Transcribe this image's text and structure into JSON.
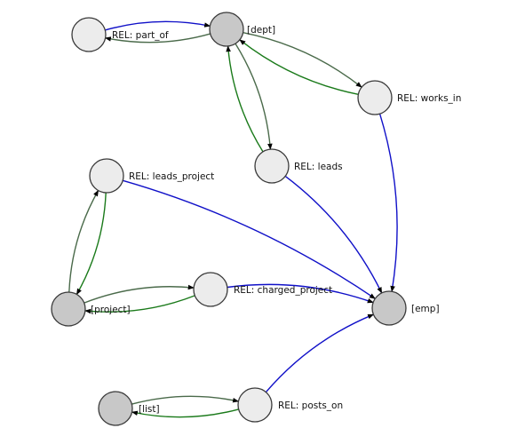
{
  "colors": {
    "blue": "#1010c8",
    "dark_green": "#4a6a4a",
    "green": "#1a7a1a"
  },
  "nodes": {
    "dept": {
      "label": "[dept]"
    },
    "part_of": {
      "label": "REL: part_of"
    },
    "works_in": {
      "label": "REL: works_in"
    },
    "leads": {
      "label": "REL: leads"
    },
    "leads_project": {
      "label": "REL: leads_project"
    },
    "project": {
      "label": "[project]"
    },
    "charged_project": {
      "label": "REL: charged_project"
    },
    "emp": {
      "label": "[emp]"
    },
    "list": {
      "label": "[list]"
    },
    "posts_on": {
      "label": "REL: posts_on"
    }
  },
  "edges": [
    {
      "from": "part_of",
      "to": "dept",
      "color": "blue"
    },
    {
      "from": "dept",
      "to": "part_of",
      "color": "dark_green"
    },
    {
      "from": "dept",
      "to": "works_in",
      "color": "dark_green"
    },
    {
      "from": "works_in",
      "to": "dept",
      "color": "green"
    },
    {
      "from": "works_in",
      "to": "emp",
      "color": "blue"
    },
    {
      "from": "dept",
      "to": "leads",
      "color": "dark_green"
    },
    {
      "from": "leads",
      "to": "dept",
      "color": "green"
    },
    {
      "from": "leads",
      "to": "emp",
      "color": "blue"
    },
    {
      "from": "leads_project",
      "to": "emp",
      "color": "blue"
    },
    {
      "from": "project",
      "to": "leads_project",
      "color": "dark_green"
    },
    {
      "from": "leads_project",
      "to": "project",
      "color": "green"
    },
    {
      "from": "project",
      "to": "charged_project",
      "color": "dark_green"
    },
    {
      "from": "charged_project",
      "to": "project",
      "color": "green"
    },
    {
      "from": "charged_project",
      "to": "emp",
      "color": "blue"
    },
    {
      "from": "posts_on",
      "to": "emp",
      "color": "blue"
    },
    {
      "from": "list",
      "to": "posts_on",
      "color": "dark_green"
    },
    {
      "from": "posts_on",
      "to": "list",
      "color": "green"
    }
  ]
}
